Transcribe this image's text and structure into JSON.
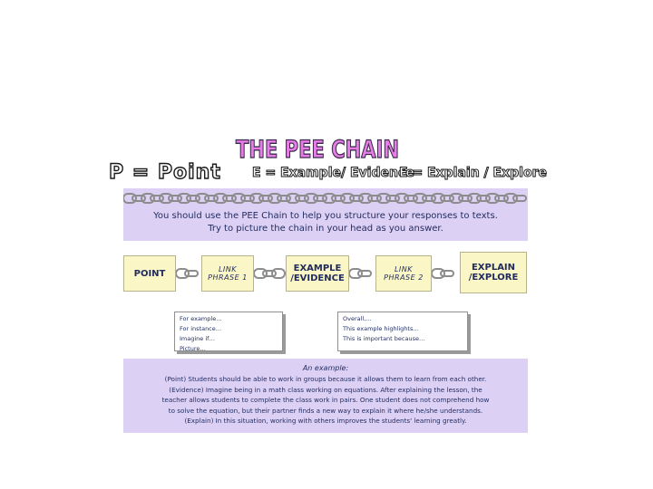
{
  "title": "THE PEE CHAIN",
  "headers": {
    "point": "P = Point",
    "example": "E = Example/ Evidence",
    "explain": "E = Explain / Explore"
  },
  "intro": {
    "line1": "You should use the PEE Chain to help you structure your responses to texts.",
    "line2": "Try to picture the chain in your head as you answer."
  },
  "chain": {
    "point": "POINT",
    "link1_a": "LINK",
    "link1_b": "PHRASE 1",
    "example_a": "EXAMPLE",
    "example_b": "/EVIDENCE",
    "link2_a": "LINK",
    "link2_b": "PHRASE 2",
    "explain_a": "EXPLAIN",
    "explain_b": "/EXPLORE"
  },
  "phrases1": [
    "For example…",
    "For instance…",
    "Imagine if…",
    "Picture…"
  ],
  "phrases2": [
    "Overall,…",
    "This example highlights…",
    "This is important because…"
  ],
  "example": {
    "heading": "An example:",
    "lines": [
      "(Point) Students should be able to work in groups because it allows them to learn from each other.",
      "(Evidence) Imagine being in a math class working on equations.  After explaining the lesson, the",
      "teacher allows students to complete the class work in pairs.  One student does not comprehend how",
      "to solve the equation, but their partner finds a new way to explain it where he/she understands.",
      "(Explain) In this situation, working with others improves the students' learning greatly."
    ]
  },
  "colors": {
    "title_fill": "#e87de8",
    "title_outline": "#3a2a4a",
    "panel": "#ddd0f5",
    "step_fill": "#fbf6c6",
    "chain": "#8c8c8c",
    "text": "#1f2b5e"
  }
}
